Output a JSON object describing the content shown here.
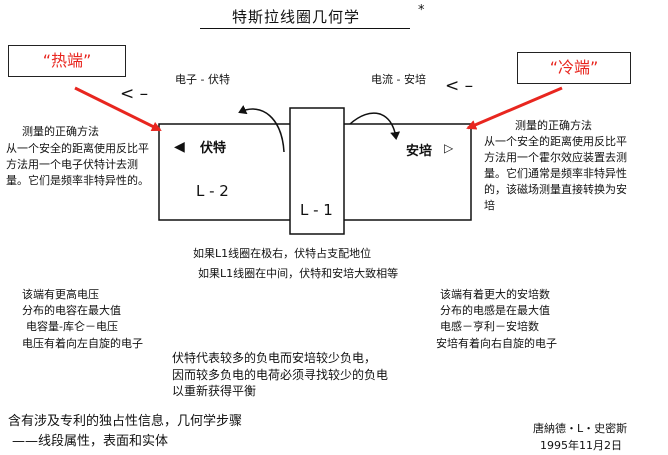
{
  "title": "特斯拉线圈几何学",
  "star": "*",
  "hot_end_label": "“热端”",
  "cold_end_label": "“冷端”",
  "electron_flow_label": "电子 - 伏特",
  "current_flow_label": "电流 - 安培",
  "arrow_left_top_left": "< –",
  "arrow_left_top_right": "< –",
  "left_measure": {
    "heading": "测量的正确方法",
    "body": "从一个安全的距离使用反比平方法用一个电子伏特计去测量。它们是频率非特异性的。"
  },
  "right_measure": {
    "heading": "测量的正确方法",
    "body": "从一个安全的距离使用反比平方法用一个霍尔效应装置去测量。它们通常是频率非特异性的，该磁场测量直接转换为安培"
  },
  "volt_label": "伏特",
  "amp_label": "安培",
  "left_arrow_glyph": "◀",
  "right_arrow_glyph": "▷",
  "l2_label": "L - 2",
  "l1_label": "L - 1",
  "center_notes": [
    "如果L1线圈在极右，伏特占支配地位",
    "如果L1线圈在中间，伏特和安培大致相等"
  ],
  "left_end_notes": [
    "该端有更高电压",
    "分布的电容在最大值",
    "电容量-库仑－电压",
    "电压有着向左自旋的电子"
  ],
  "right_end_notes": [
    "该端有着更大的安培数",
    "分布的电感是在最大值",
    "电感－亨利－安培数",
    "安培有着向右自旋的电子"
  ],
  "middle_paragraph": [
    "伏特代表较多的负电而安培较少负电，",
    "因而较多负电的电荷必须寻找较少的负电",
    "以重新获得平衡"
  ],
  "footer_left": [
    "含有涉及专利的独占性信息，几何学步骤",
    "——线段属性，表面和实体"
  ],
  "author": "唐納德・L・史密斯",
  "date": "1995年11月2日"
}
